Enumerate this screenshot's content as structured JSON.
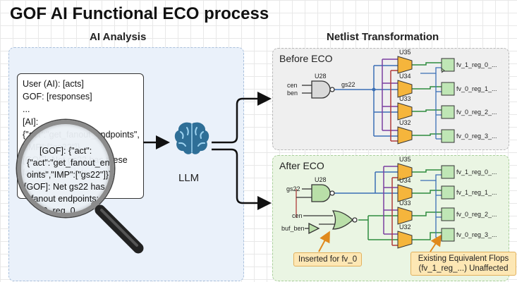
{
  "title": "GOF AI Functional ECO process",
  "sections": {
    "ai_analysis": "AI Analysis",
    "netlist": "Netlist Transformation"
  },
  "chat_lines": [
    "User (AI): [acts]",
    "GOF: [responses]",
    "...",
    "[AI]:",
    "{\"act\":\"get_fanout_endpoints\",",
    "\"IMP\":[\"gs22\"]}",
    "[GOF]: Net gs22 has these",
    "fanout endpoints:",
    "...",
    "..."
  ],
  "lens_lines": [
    "[GOF]: {\"act\":",
    "{\"act\":\"get_fanout_endp",
    "oints\",\"IMP\":[\"gs22\"]}}",
    "[GOF]: Net gs22 has these",
    "fanout endpoints:",
    "fv_0_reg_0_ ..."
  ],
  "llm_label": "LLM",
  "before": {
    "label": "Before ECO",
    "gate": "U28",
    "inputs": [
      "cen",
      "ben"
    ],
    "net": "gs22",
    "muxes": [
      "U35",
      "U34",
      "U33",
      "U32"
    ],
    "flops": [
      "fv_1_reg_0_...",
      "fv_0_reg_1_...",
      "fv_0_reg_2_...",
      "fv_0_reg_3_..."
    ]
  },
  "after": {
    "label": "After ECO",
    "gate": "U28",
    "inputs": [
      "gs22",
      "cen",
      "buf_ben"
    ],
    "muxes": [
      "U35",
      "U34",
      "U33",
      "U32"
    ],
    "flops": [
      "fv_1_reg_0_...",
      "fv_1_reg_1_...",
      "fv_0_reg_2_...",
      "fv_0_reg_3_..."
    ],
    "note_inserted": "Inserted for fv_0",
    "note_existing_1": "Existing Equivalent Flops",
    "note_existing_2": "(fv_1_reg_...) Unaffected"
  }
}
